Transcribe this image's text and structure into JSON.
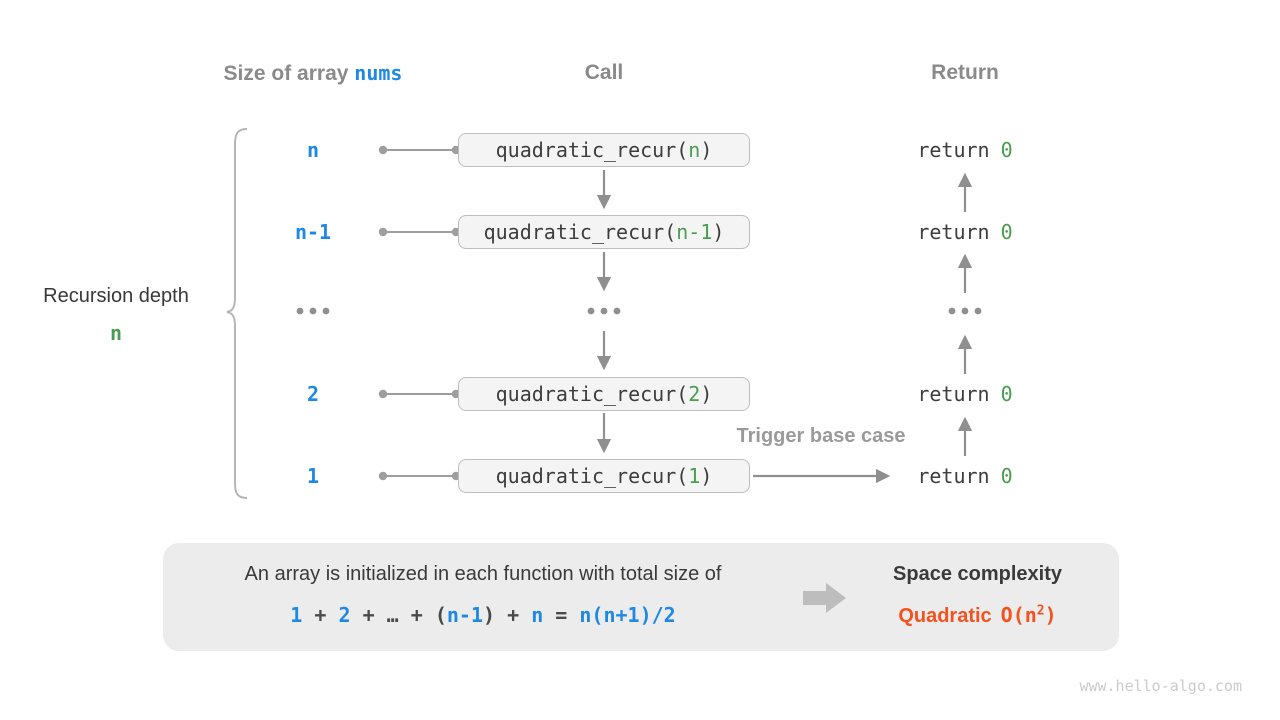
{
  "page": {
    "background": "#ffffff",
    "watermark": "www.hello-algo.com"
  },
  "colors": {
    "accent_blue": "#1e88e5",
    "accent_green": "#4a9d50",
    "accent_orange": "#f4511e",
    "heading_gray": "#8a8a8a",
    "text_dark": "#3d3d3d",
    "arrow_gray": "#8f8f8f",
    "box_bg": "#f4f4f4",
    "box_border": "#bdbdbd",
    "panel_bg": "#ececec"
  },
  "headers": {
    "size_prefix": "Size of array",
    "size_code": "nums",
    "call": "Call",
    "ret": "Return"
  },
  "depth_label": {
    "text": "Recursion depth",
    "value": "n"
  },
  "rows": [
    {
      "size": "n",
      "call": {
        "pre": "quadratic_recur(",
        "arg": "n",
        "suf": ")"
      },
      "ret": {
        "kw": "return",
        "val": "0"
      }
    },
    {
      "size": "n-1",
      "call": {
        "pre": "quadratic_recur(",
        "arg": "n-1",
        "suf": ")"
      },
      "ret": {
        "kw": "return",
        "val": "0"
      }
    },
    {
      "ellipsis": "..."
    },
    {
      "size": "2",
      "call": {
        "pre": "quadratic_recur(",
        "arg": "2",
        "suf": ")"
      },
      "ret": {
        "kw": "return",
        "val": "0"
      }
    },
    {
      "size": "1",
      "call": {
        "pre": "quadratic_recur(",
        "arg": "1",
        "suf": ")"
      },
      "ret": {
        "kw": "return",
        "val": "0"
      }
    }
  ],
  "trigger_label": "Trigger base case",
  "summary": {
    "line1": "An array is initialized in each function with total size of",
    "formula": {
      "n1": "1",
      "op1": "+",
      "n2": "2",
      "op2": "+",
      "dots": "…",
      "op3": "+",
      "lp": "(",
      "n3": "n-1",
      "rp": ")",
      "op4": "+",
      "n4": "n",
      "eq": "=",
      "rhs": "n(n+1)/2"
    },
    "result_title": "Space complexity",
    "result_name": "Quadratic",
    "result_o_pre": "O(n",
    "result_o_sup": "2",
    "result_o_suf": ")"
  }
}
